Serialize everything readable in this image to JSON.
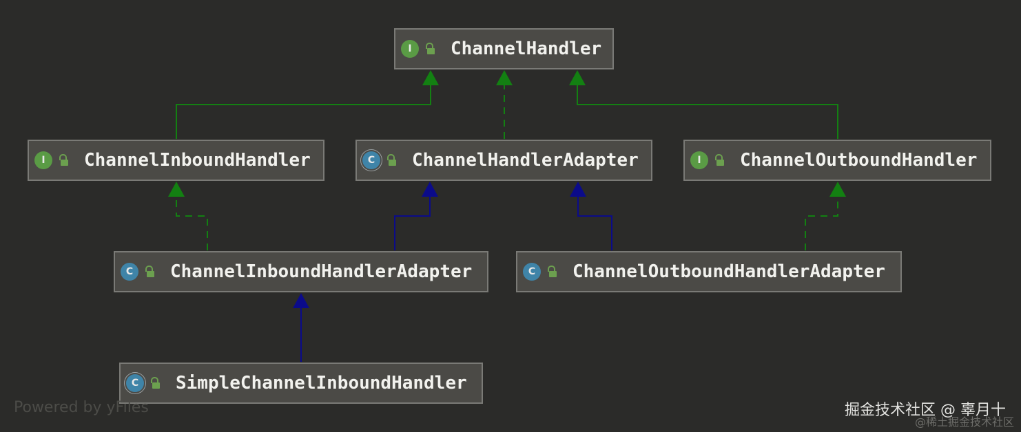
{
  "nodes": {
    "channel_handler": {
      "kind": "I",
      "name": "ChannelHandler"
    },
    "channel_inbound_handler": {
      "kind": "I",
      "name": "ChannelInboundHandler"
    },
    "channel_handler_adapter": {
      "kind": "C",
      "name": "ChannelHandlerAdapter"
    },
    "channel_outbound_handler": {
      "kind": "I",
      "name": "ChannelOutboundHandler"
    },
    "channel_inbound_handler_adapter": {
      "kind": "C",
      "name": "ChannelInboundHandlerAdapter"
    },
    "channel_outbound_handler_adapter": {
      "kind": "C",
      "name": "ChannelOutboundHandlerAdapter"
    },
    "simple_channel_inbound_handler": {
      "kind": "C",
      "name": "SimpleChannelInboundHandler"
    }
  },
  "edges": [
    {
      "from": "channel_inbound_handler",
      "to": "channel_handler",
      "relation": "extends"
    },
    {
      "from": "channel_handler_adapter",
      "to": "channel_handler",
      "relation": "implements"
    },
    {
      "from": "channel_outbound_handler",
      "to": "channel_handler",
      "relation": "extends"
    },
    {
      "from": "channel_inbound_handler_adapter",
      "to": "channel_inbound_handler",
      "relation": "implements"
    },
    {
      "from": "channel_inbound_handler_adapter",
      "to": "channel_handler_adapter",
      "relation": "extends"
    },
    {
      "from": "channel_outbound_handler_adapter",
      "to": "channel_handler_adapter",
      "relation": "extends"
    },
    {
      "from": "channel_outbound_handler_adapter",
      "to": "channel_outbound_handler",
      "relation": "implements"
    },
    {
      "from": "simple_channel_inbound_handler",
      "to": "channel_inbound_handler_adapter",
      "relation": "extends"
    }
  ],
  "colors": {
    "background": "#2b2b29",
    "interface_arrow": "#138012",
    "class_arrow": "#0b0b8a",
    "interface_badge": "#5a9b45",
    "class_badge": "#3f84a8"
  },
  "footer": "Powered by yFiles",
  "watermark": "掘金技术社区 @ 辜月十",
  "watermark_sub": "@稀土掘金技术社区"
}
